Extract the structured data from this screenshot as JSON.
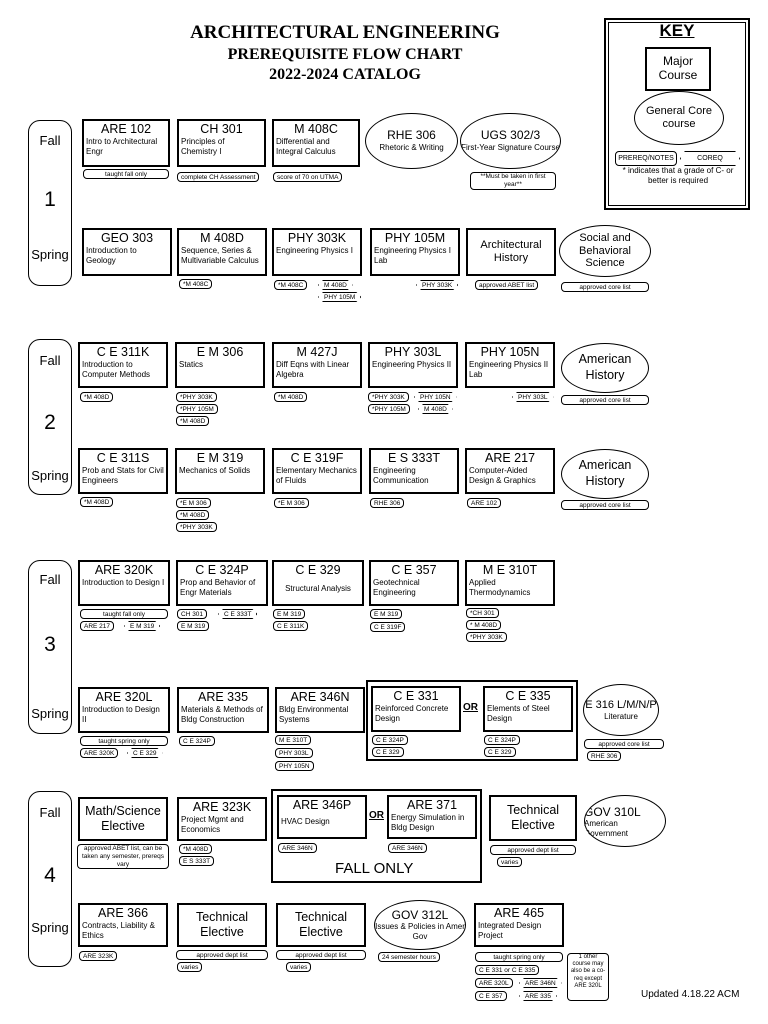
{
  "header": {
    "title": "ARCHITECTURAL ENGINEERING",
    "subtitle": "PREREQUISITE FLOW CHART",
    "catalog": "2022-2024 CATALOG"
  },
  "key": {
    "title": "KEY",
    "major": "Major Course",
    "core": "General Core course",
    "prereq": "PREREQ/NOTES",
    "coreq": "COREQ",
    "star_text": "* indicates that a grade of C- or better is required"
  },
  "years": {
    "y1": {
      "num": "1",
      "fall": "Fall",
      "spring": "Spring"
    },
    "y2": {
      "num": "2",
      "fall": "Fall",
      "spring": "Spring"
    },
    "y3": {
      "num": "3",
      "fall": "Fall",
      "spring": "Spring"
    },
    "y4": {
      "num": "4",
      "fall": "Fall",
      "spring": "Spring"
    }
  },
  "c": {
    "are102": {
      "code": "ARE 102",
      "name": "Intro to Architectural Engr"
    },
    "ch301": {
      "code": "CH 301",
      "name": "Principles of Chemistry I"
    },
    "m408c": {
      "code": "M 408C",
      "name": "Differential and Integral Calculus"
    },
    "rhe306": {
      "code": "RHE 306",
      "name": "Rhetoric & Writing"
    },
    "ugs302": {
      "code": "UGS 302/3",
      "name": "First-Year Signature Course"
    },
    "geo303": {
      "code": "GEO 303",
      "name": "Introduction to Geology"
    },
    "m408d": {
      "code": "M 408D",
      "name": "Sequence, Series & Multivariable Calculus"
    },
    "phy303k": {
      "code": "PHY 303K",
      "name": "Engineering Physics I"
    },
    "phy105m": {
      "code": "PHY 105M",
      "name": "Engineering Physics I Lab"
    },
    "archhist": {
      "code": "Architectural History"
    },
    "socsci": {
      "code": "Social and Behavioral Science"
    },
    "ce311k": {
      "code": "C E 311K",
      "name": "Introduction to Computer Methods"
    },
    "em306": {
      "code": "E M 306",
      "name": "Statics"
    },
    "m427j": {
      "code": "M 427J",
      "name": "Diff Eqns with Linear Algebra"
    },
    "phy303l": {
      "code": "PHY 303L",
      "name": "Engineering Physics II"
    },
    "phy105n": {
      "code": "PHY 105N",
      "name": "Engineering Physics II Lab"
    },
    "amhist1": {
      "code": "American History"
    },
    "ce311s": {
      "code": "C E 311S",
      "name": "Prob and Stats for Civil Engineers"
    },
    "em319": {
      "code": "E M 319",
      "name": "Mechanics of Solids"
    },
    "ce319f": {
      "code": "C E 319F",
      "name": "Elementary Mechanics of Fluids"
    },
    "es333t": {
      "code": "E S 333T",
      "name": "Engineering Communication"
    },
    "are217": {
      "code": "ARE 217",
      "name": "Computer-Aided Design & Graphics"
    },
    "amhist2": {
      "code": "American History"
    },
    "are320k": {
      "code": "ARE 320K",
      "name": "Introduction to Design I"
    },
    "ce324p": {
      "code": "C E 324P",
      "name": "Prop and Behavior of Engr Materials"
    },
    "ce329": {
      "code": "C E 329",
      "name": "Structural Analysis"
    },
    "ce357": {
      "code": "C E 357",
      "name": "Geotechnical Engineering"
    },
    "me310t": {
      "code": "M E 310T",
      "name": "Applied Thermodynamics"
    },
    "are320l": {
      "code": "ARE 320L",
      "name": "Introduction to Design II"
    },
    "are335": {
      "code": "ARE 335",
      "name": "Materials & Methods of Bldg Construction"
    },
    "are346n": {
      "code": "ARE 346N",
      "name": "Bldg Environmental Systems"
    },
    "ce331": {
      "code": "C E 331",
      "name": "Reinforced Concrete Design"
    },
    "ce335": {
      "code": "C E 335",
      "name": "Elements of Steel Design"
    },
    "e316": {
      "code": "E 316 L/M/N/P",
      "name": "Literature"
    },
    "mathsci": {
      "code": "Math/Science Elective"
    },
    "are323k": {
      "code": "ARE 323K",
      "name": "Project Mgmt and Economics"
    },
    "are346p": {
      "code": "ARE 346P",
      "name": "HVAC Design"
    },
    "are371": {
      "code": "ARE 371",
      "name": "Energy Simulation in Bldg Design"
    },
    "techel1": {
      "code": "Technical Elective"
    },
    "gov310l": {
      "code": "GOV 310L",
      "name": "American Government"
    },
    "are366": {
      "code": "ARE 366",
      "name": "Contracts, Liability & Ethics"
    },
    "techel2": {
      "code": "Technical Elective"
    },
    "techel3": {
      "code": "Technical Elective"
    },
    "gov312l": {
      "code": "GOV 312L",
      "name": "Issues & Policies in Amer Gov"
    },
    "are465": {
      "code": "ARE 465",
      "name": "Integrated Design Project"
    }
  },
  "tags": {
    "taught_fall": "taught fall only",
    "ch_assess": "complete CH Assessment",
    "utma": "score of 70 on UTMA",
    "first_year": "**Must be taken in first year**",
    "p_m408c_star": "*M 408C",
    "p_m408c_star_b": "*M 408C",
    "co_m408d": "M 408D",
    "co_phy105m": "PHY 105M",
    "co_phy303k": "PHY 303K",
    "abet_list": "approved ABET list",
    "core_list1": "approved core list",
    "p_m408d_a": "*M 408D",
    "p_phy303k_a": "*PHY 303K",
    "p_phy105m": "*PHY 105M",
    "p_m408d_b": "*M 408D",
    "p_m408d_c": "*M 408D",
    "p_phy303k_b": "*PHY 303K",
    "co_phy105n": "PHY 105N",
    "p_phy105m_b": "*PHY 105M",
    "p_m408d_plain": "M 408D",
    "co_phy303l": "PHY 303L",
    "core_list2": "approved core list",
    "p_m408d_d": "*M 408D",
    "p_em306": "*E M 306",
    "p_m408d_e": "*M 408D",
    "p_phy303k_c": "*PHY 303K",
    "p_em306_b": "*E M 306",
    "p_rhe306": "RHE 306",
    "p_are102": "ARE 102",
    "core_list3": "approved core list",
    "taught_fall2": "taught fall only",
    "p_are217": "ARE 217",
    "co_em319": "E M 319",
    "p_ch301": "CH 301",
    "co_ce333t": "C E 333T",
    "p_em319": "E M 319",
    "p_em319_b": "E M 319",
    "p_ce311k": "C E 311K",
    "p_em319_c": "E M 319",
    "p_ce319f": "C E 319F",
    "p_ch301_star": "*CH 301",
    "p_m408d_f": "* M 408D",
    "p_phy303k_d": "*PHY 303K",
    "taught_spring": "taught spring only",
    "p_are320k": "ARE 320K",
    "co_ce329": "C E 329",
    "p_ce324p": "C E 324P",
    "p_me310t": "M E 310T",
    "p_phy303l": "PHY 303L",
    "p_phy105n": "PHY 105N",
    "p_ce324p_b": "C E 324P",
    "p_ce329": "C E 329",
    "p_ce324p_c": "C E 324P",
    "p_ce329_b": "C E 329",
    "core_list4": "approved core list",
    "p_rhe306_b": "RHE 306",
    "abet_note": "approved ABET list, can be taken any semester, prereqs vary",
    "p_m408d_g": "*M 408D",
    "p_es333t": "E S 333T",
    "p_are346n": "ARE 346N",
    "p_are346n_b": "ARE 346N",
    "dept_list1": "approved dept list",
    "varies1": "varies",
    "p_are323k": "ARE 323K",
    "dept_list2": "approved dept list",
    "varies2": "varies",
    "dept_list3": "approved dept list",
    "varies3": "varies",
    "sem_hours": "24 semester hours",
    "taught_spring2": "taught spring only",
    "p_ce331_or": "C E 331 or C E 335",
    "p_are320l": "ARE 320L",
    "co_are346n": "ARE 346N",
    "p_ce357": "C E 357",
    "co_are335": "ARE 335",
    "coreq_note": "1 other course may also be a co-req except ARE 320L"
  },
  "or1": "OR",
  "or2": "OR",
  "fall_only": "FALL ONLY",
  "updated": "Updated 4.18.22 ACM"
}
